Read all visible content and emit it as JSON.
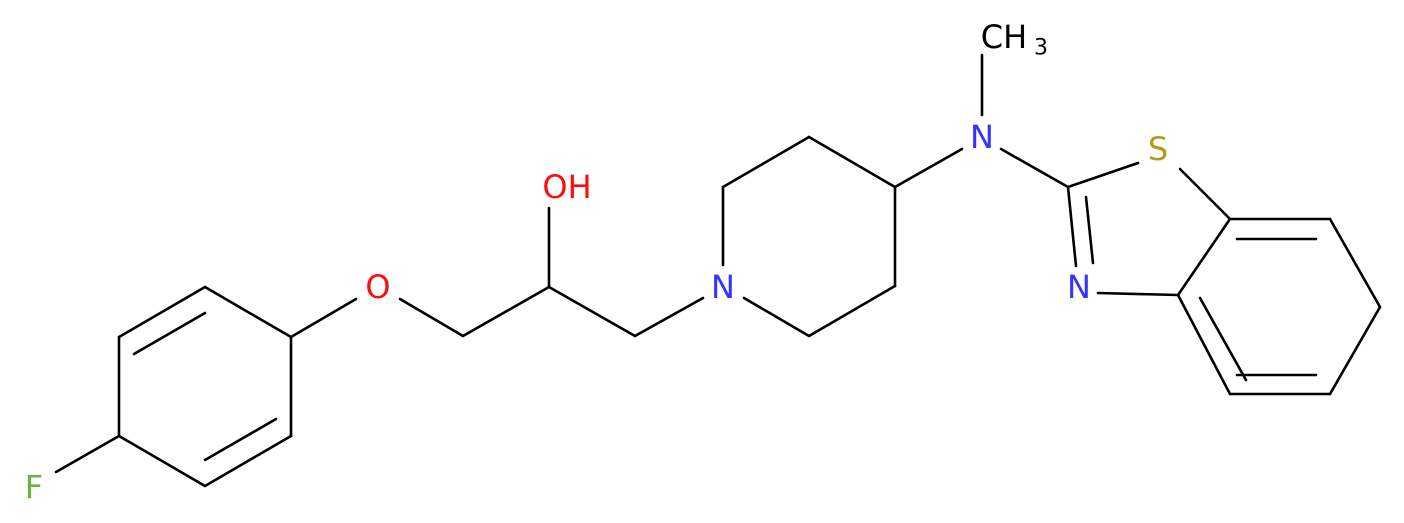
{
  "molecule": {
    "atoms": {
      "f": "F",
      "o_ether": "O",
      "oh": "OH",
      "n_pip": "N",
      "n_amine": "N",
      "ch3": "CH",
      "ch3_sub": "3",
      "s": "S",
      "n_thz": "N"
    }
  },
  "colors": {
    "bond": "#000000",
    "carbon_text": "#000000",
    "nitrogen": "#3333ff",
    "oxygen": "#ff0d0d",
    "fluorine": "#6bb040",
    "sulfur": "#b39c1a"
  }
}
